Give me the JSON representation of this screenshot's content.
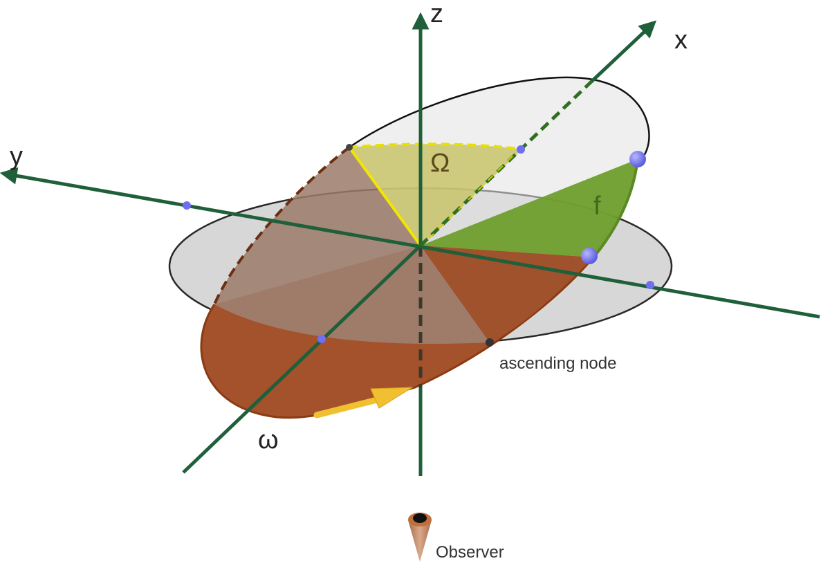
{
  "axes": {
    "x_label": "x",
    "y_label": "y",
    "z_label": "z"
  },
  "angles": {
    "omega_upper": "Ω",
    "f": "f",
    "omega_lower": "ω"
  },
  "annotations": {
    "ascending_node": "ascending node",
    "observer": "Observer"
  },
  "colors": {
    "axis": "#1f5f3a",
    "reference_plane": "#d6d6d6",
    "orbit_fill": "#a0522d",
    "orbit_edge": "#8b3a12",
    "node_angle_fill": "#c8c46a",
    "node_line": "#f2e600",
    "true_anomaly_fill": "#6a9a2a",
    "point": "#7070ff",
    "node_point": "#444444",
    "direction_arrow": "#f0c030"
  }
}
